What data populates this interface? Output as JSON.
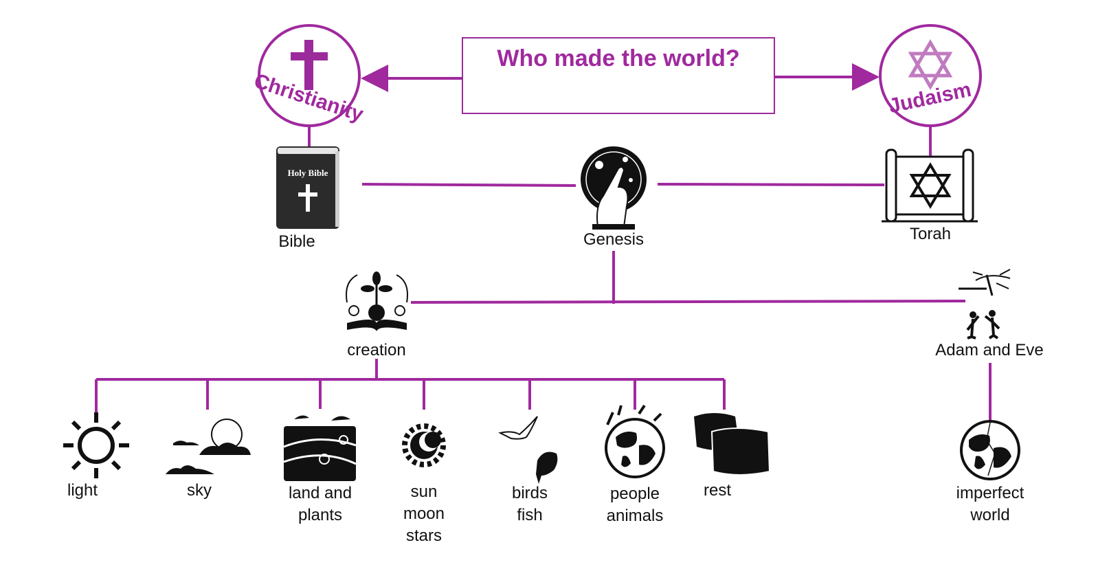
{
  "title": "Who made the world?",
  "colors": {
    "accent": "#a0299e",
    "line": "#a0299e",
    "ink": "#111111"
  },
  "religions": {
    "christianity": {
      "name": "Christianity",
      "symbol": "cross-icon"
    },
    "judaism": {
      "name": "Judaism",
      "symbol": "star-of-david-icon"
    }
  },
  "texts": {
    "bible": {
      "label": "Bible",
      "cover_text": "Holy Bible",
      "icon": "bible-book-icon"
    },
    "genesis": {
      "label": "Genesis",
      "icon": "cosmic-hand-icon"
    },
    "torah": {
      "label": "Torah",
      "icon": "torah-scroll-icon"
    }
  },
  "stories": {
    "creation": {
      "label": "creation",
      "icon": "creation-book-icon"
    },
    "adam_eve": {
      "label": "Adam and Eve",
      "icon": "adam-eve-tree-icon"
    },
    "imperfect": {
      "label": "imperfect\nworld",
      "icon": "cracked-globe-icon"
    }
  },
  "days": [
    {
      "label": "light",
      "icon": "sun-rays-icon"
    },
    {
      "label": "sky",
      "icon": "clouds-sun-icon"
    },
    {
      "label": "land and\nplants",
      "icon": "hills-trees-icon"
    },
    {
      "label": "sun\nmoon\nstars",
      "icon": "sun-moon-icon"
    },
    {
      "label": "birds\nfish",
      "icon": "bird-fish-icon"
    },
    {
      "label": "people\nanimals",
      "icon": "globe-animals-icon"
    },
    {
      "label": "rest",
      "icon": "pillows-icon"
    }
  ]
}
